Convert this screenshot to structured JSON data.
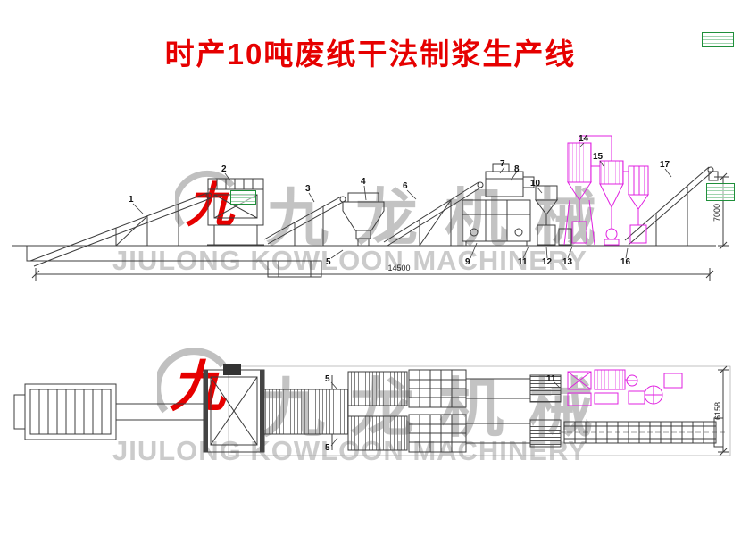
{
  "title": "时产10吨废纸干法制浆生产线",
  "watermark": {
    "logo_char": "九",
    "company_cn": "九龙机械",
    "company_en": "JIULONG KOWLOON MACHINERY"
  },
  "colors": {
    "title_red": "#e60000",
    "magenta": "#e020e0",
    "line": "#3c3c3c",
    "watermark_gray": "#b5b5b5",
    "stamp_green": "#1f8f3a"
  },
  "elevation": {
    "labels": [
      "1",
      "2",
      "3",
      "4",
      "5",
      "6",
      "7",
      "8",
      "9",
      "10",
      "11",
      "12",
      "13",
      "14",
      "15",
      "16",
      "17"
    ],
    "dim_length": "14500",
    "dim_height": "7000"
  },
  "plan": {
    "labels": [
      "5",
      "5",
      "11"
    ],
    "dim_height": "6158"
  }
}
